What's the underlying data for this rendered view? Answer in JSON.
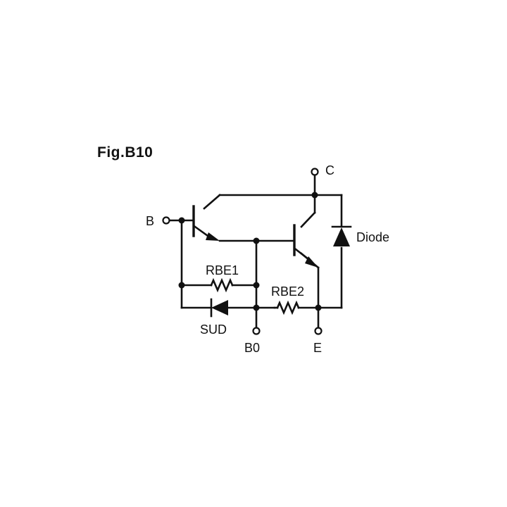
{
  "figure": {
    "title": "Fig.B10"
  },
  "labels": {
    "terminal_c": "C",
    "terminal_b": "B",
    "terminal_b0": "B0",
    "terminal_e": "E",
    "resistor_1": "RBE1",
    "resistor_2": "RBE2",
    "diode_sud": "SUD",
    "diode_right": "Diode"
  },
  "colors": {
    "ink": "#111111",
    "background": "#ffffff"
  }
}
